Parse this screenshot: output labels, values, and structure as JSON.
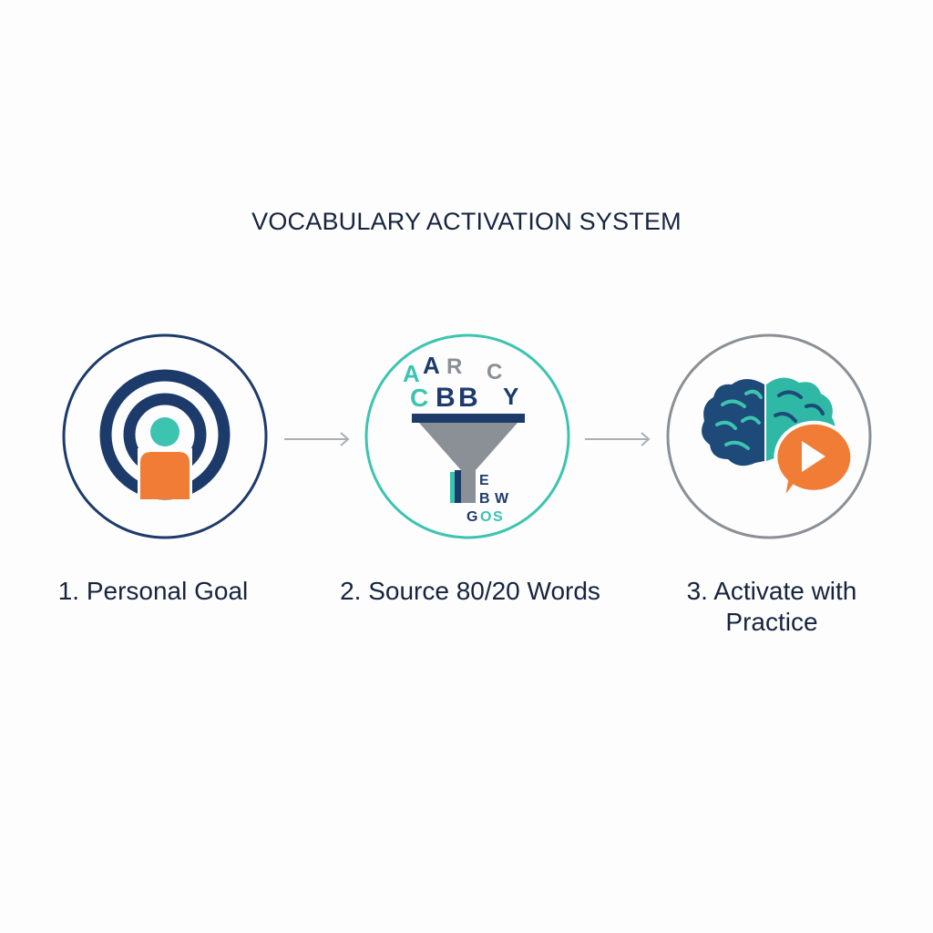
{
  "title": "VOCABULARY ACTIVATION SYSTEM",
  "steps": [
    {
      "label": "1. Personal Goal",
      "icon": "target-person-icon"
    },
    {
      "label": "2. Source 80/20 Words",
      "icon": "letter-funnel-icon",
      "funnel_letters_top": [
        "A",
        "A",
        "R",
        "C",
        "C",
        "B",
        "B",
        "Y"
      ],
      "funnel_letters_bottom": [
        "E",
        "B",
        "W",
        "G",
        "O",
        "S"
      ]
    },
    {
      "label": "3. Activate with Practice",
      "label_lines": [
        "3. Activate with",
        "Practice"
      ],
      "icon": "brain-play-icon"
    }
  ],
  "colors": {
    "navy": "#1d3b6a",
    "teal": "#3cc4b0",
    "orange": "#f07c35",
    "gray": "#8a9096",
    "text": "#16243d"
  }
}
